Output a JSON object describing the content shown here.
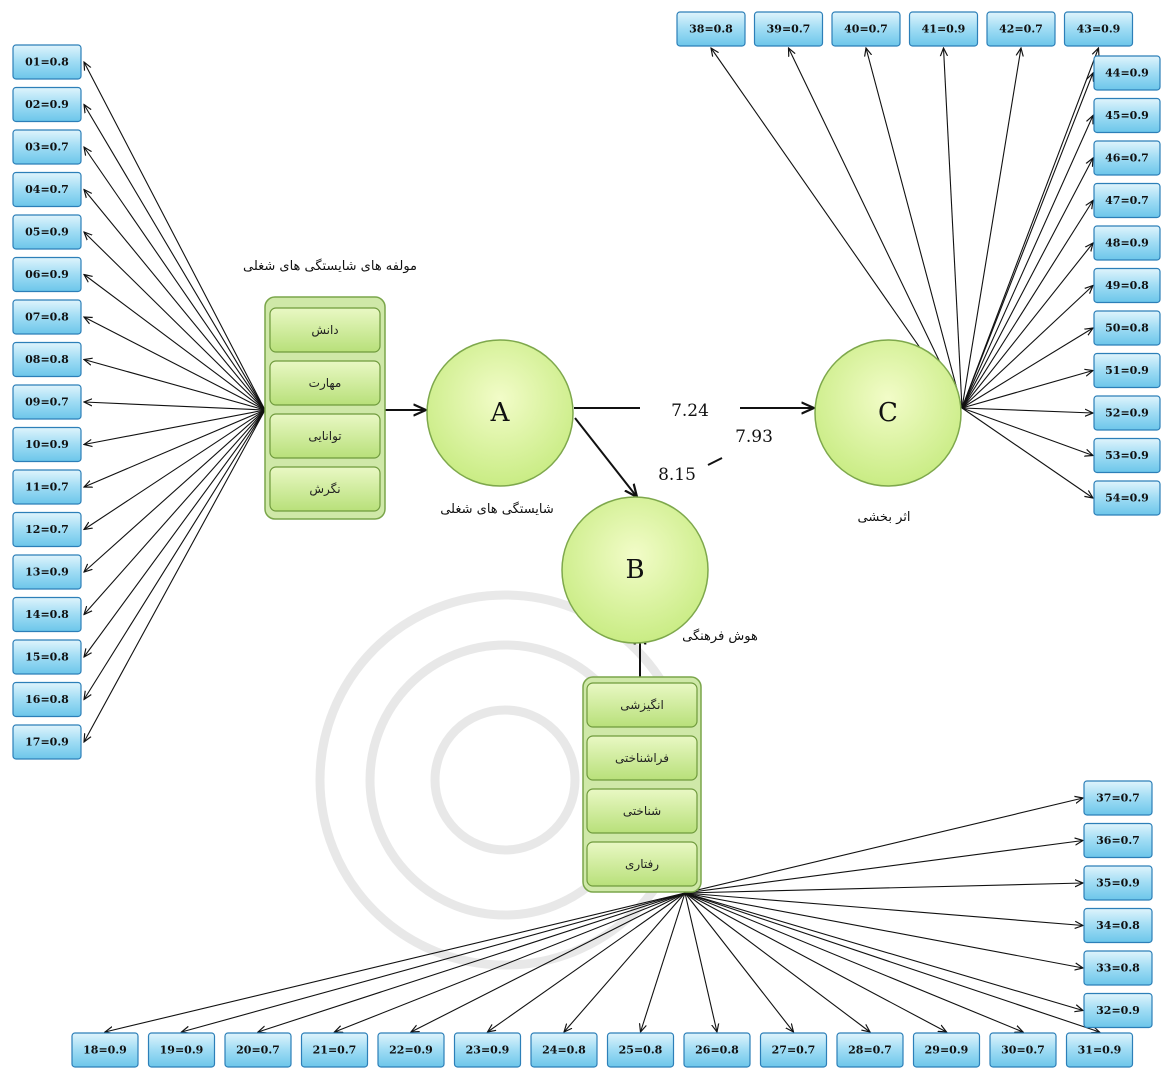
{
  "constructs": {
    "A": {
      "letter": "A",
      "label": "شایستگی های شغلی"
    },
    "B": {
      "letter": "B",
      "label": "هوش فرهنگی"
    },
    "C": {
      "letter": "C",
      "label": "اثر بخشی"
    }
  },
  "components_title": "مولفه های شایستگی های شغلی",
  "competency_components": [
    "دانش",
    "مهارت",
    "توانایی",
    "نگرش"
  ],
  "cq_components": [
    "انگیزشی",
    "فراشناختی",
    "شناختی",
    "رفتاری"
  ],
  "coefficients": {
    "A_C": "7.24",
    "B_C": "7.93",
    "A_B": "8.15"
  },
  "indicators_A": [
    "01=0.8",
    "02=0.9",
    "03=0.7",
    "04=0.7",
    "05=0.9",
    "06=0.9",
    "07=0.8",
    "08=0.8",
    "09=0.7",
    "10=0.9",
    "11=0.7",
    "12=0.7",
    "13=0.9",
    "14=0.8",
    "15=0.8",
    "16=0.8",
    "17=0.9"
  ],
  "indicators_B_bottom": [
    "18=0.9",
    "19=0.9",
    "20=0.7",
    "21=0.7",
    "22=0.9",
    "23=0.9",
    "24=0.8",
    "25=0.8",
    "26=0.8",
    "27=0.7",
    "28=0.7",
    "29=0.9",
    "30=0.7",
    "31=0.9"
  ],
  "indicators_B_right": [
    "37=0.7",
    "36=0.7",
    "35=0.9",
    "34=0.8",
    "33=0.8",
    "32=0.9"
  ],
  "indicators_C_top": [
    "38=0.8",
    "39=0.7",
    "40=0.7",
    "41=0.9",
    "42=0.7",
    "43=0.9"
  ],
  "indicators_C_right": [
    "44=0.9",
    "45=0.9",
    "46=0.7",
    "47=0.7",
    "48=0.9",
    "49=0.8",
    "50=0.8",
    "51=0.9",
    "52=0.9",
    "53=0.9",
    "54=0.9"
  ]
}
